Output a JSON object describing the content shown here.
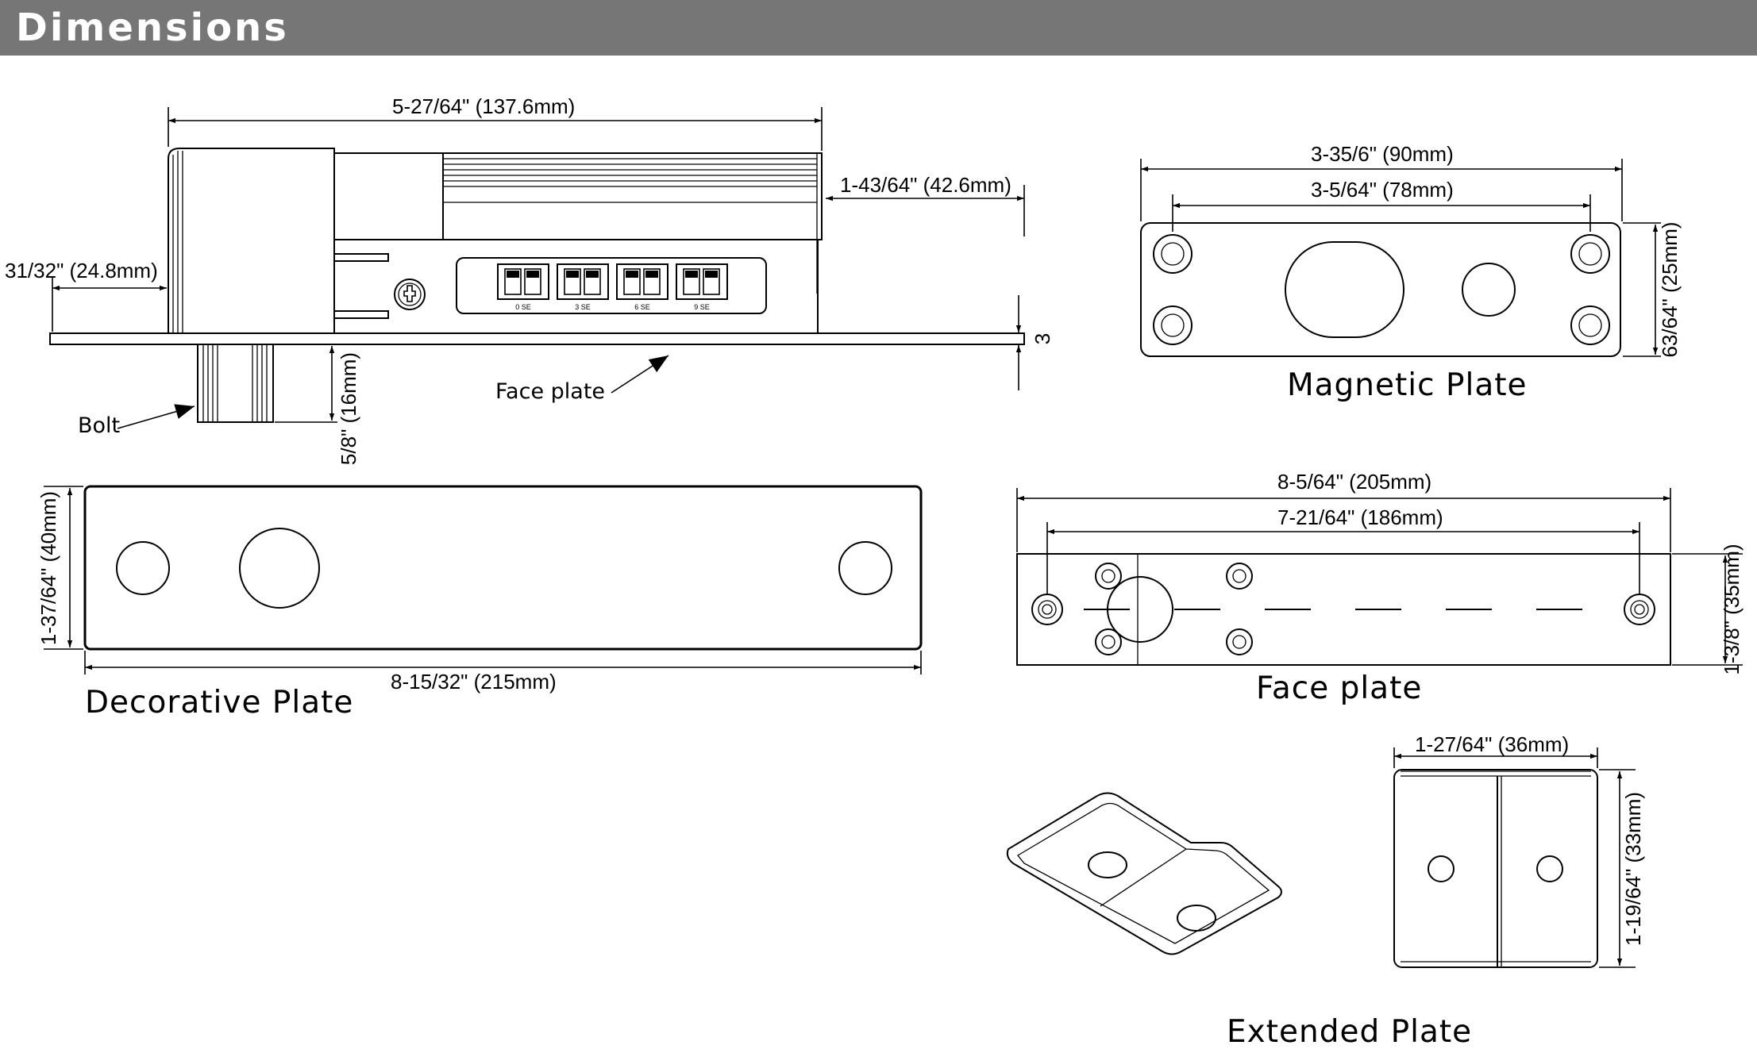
{
  "header": {
    "title": "Dimensions",
    "bg_color": "#767676",
    "text_color": "#ffffff"
  },
  "lock_body": {
    "dim_length": "5-27/64\" (137.6mm)",
    "dim_height": "1-43/64\" (42.6mm)",
    "dim_left": "31/32\" (24.8mm)",
    "dim_faceplate_thickness": "3",
    "dim_bolt": "5/8\" (16mm)",
    "callout_face_plate": "Face plate",
    "callout_bolt": "Bolt",
    "switch_labels": [
      "0 SE",
      "3 SE",
      "6 SE",
      "9 SE"
    ]
  },
  "magnetic_plate": {
    "title": "Magnetic Plate",
    "dim_outer": "3-35/6\" (90mm)",
    "dim_inner": "3-5/64\" (78mm)",
    "dim_height": "63/64\" (25mm)"
  },
  "decorative_plate": {
    "title": "Decorative Plate",
    "dim_length": "8-15/32\" (215mm)",
    "dim_height": "1-37/64\" (40mm)"
  },
  "face_plate": {
    "title": "Face plate",
    "dim_outer": "8-5/64\" (205mm)",
    "dim_inner": "7-21/64\" (186mm)",
    "dim_height": "1-3/8\" (35mm)"
  },
  "extended_plate": {
    "title": "Extended Plate",
    "dim_width": "1-27/64\" (36mm)",
    "dim_height": "1-19/64\" (33mm)"
  }
}
